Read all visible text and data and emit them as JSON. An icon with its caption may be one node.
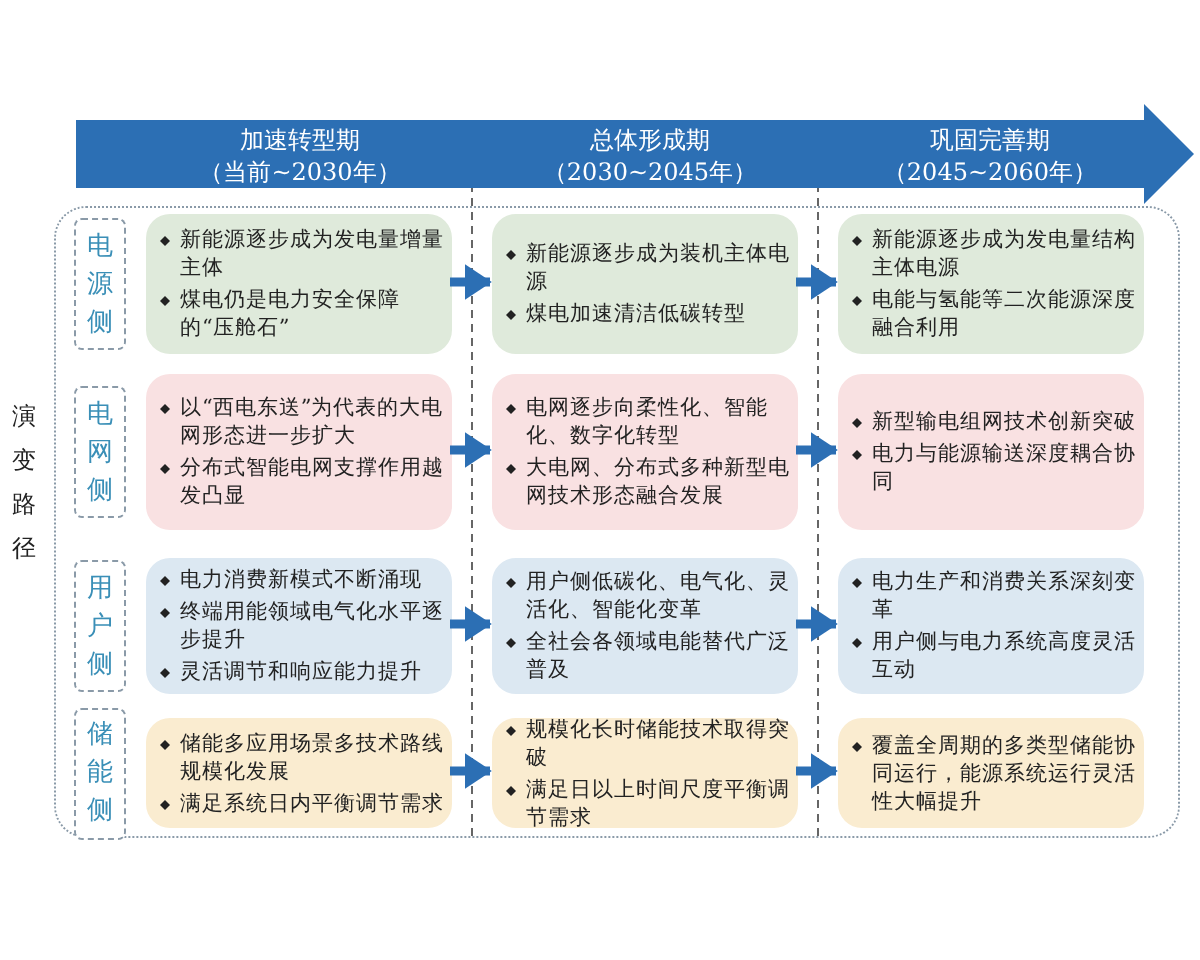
{
  "diagram": {
    "nodes": [
      {
        "text": [],
        "shape": "arrow"
      },
      {
        "text": [
          "加速转型期",
          "（当前~2030年）"
        ],
        "in": 0
      },
      {
        "text": [
          "总体形成期",
          "（2030~2045年）"
        ],
        "in": 0
      },
      {
        "text": [
          "巩固完善期",
          "（2045~2060年）"
        ],
        "in": 0
      },
      {
        "text": [
          "演变路径"
        ]
      },
      {
        "text": [
          "电源侧"
        ],
        "in": 4
      },
      {
        "text": [
          "新能源逐步成为发电量增量主体",
          "煤电仍是电力安全保障的“压舱石”"
        ],
        "in": 4
      },
      {
        "text": [
          "新能源逐步成为装机主体电源",
          "煤电加速清洁低碳转型"
        ],
        "in": 4
      },
      {
        "text": [
          "新能源逐步成为发电量结构主体电源",
          "电能与氢能等二次能源深度融合利用"
        ],
        "in": 4
      },
      {
        "text": [
          "电网侧"
        ],
        "in": 4
      },
      {
        "text": [
          "以“西电东送”为代表的大电网形态进一步扩大",
          "分布式智能电网支撑作用越发凸显"
        ],
        "in": 4
      },
      {
        "text": [
          "电网逐步向柔性化、智能化、数字化转型",
          "大电网、分布式多种新型电网技术形态融合发展"
        ],
        "in": 4
      },
      {
        "text": [
          "新型输电组网技术创新突破",
          "电力与能源输送深度耦合协同"
        ],
        "in": 4
      },
      {
        "text": [
          "用户侧"
        ],
        "in": 4
      },
      {
        "text": [
          "电力消费新模式不断涌现",
          "终端用能领域电气化水平逐步提升",
          "灵活调节和响应能力提升"
        ],
        "in": 4
      },
      {
        "text": [
          "用户侧低碳化、电气化、灵活化、智能化变革",
          "全社会各领域电能替代广泛普及"
        ],
        "in": 4
      },
      {
        "text": [
          "电力生产和消费关系深刻变革",
          "用户侧与电力系统高度灵活互动"
        ],
        "in": 4
      },
      {
        "text": [
          "储能侧"
        ],
        "in": 4
      },
      {
        "text": [
          "储能多应用场景多技术路线规模化发展",
          "满足系统日内平衡调节需求"
        ],
        "in": 4
      },
      {
        "text": [
          "规模化长时储能技术取得突破",
          "满足日以上时间尺度平衡调节需求"
        ],
        "in": 4
      },
      {
        "text": [
          "覆盖全周期的多类型储能协同运行，能源系统运行灵活性大幅提升"
        ],
        "in": 4
      }
    ],
    "edges": [
      {
        "from": 6,
        "to": 7,
        "arrow": "to"
      },
      {
        "from": 7,
        "to": 8,
        "arrow": "to"
      },
      {
        "from": 10,
        "to": 11,
        "arrow": "to"
      },
      {
        "from": 11,
        "to": 12,
        "arrow": "to"
      },
      {
        "from": 14,
        "to": 15,
        "arrow": "to"
      },
      {
        "from": 15,
        "to": 16,
        "arrow": "to"
      },
      {
        "from": 18,
        "to": 19,
        "arrow": "to"
      },
      {
        "from": 19,
        "to": 20,
        "arrow": "to"
      }
    ]
  }
}
